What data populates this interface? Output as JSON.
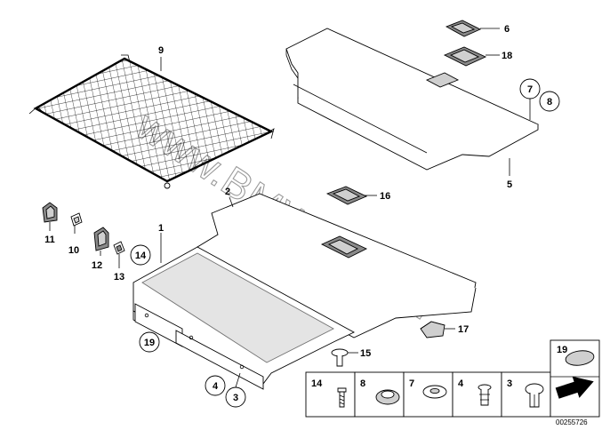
{
  "watermark": "www.BMWstore.pl",
  "reference_number": "00255726",
  "callouts": {
    "c1": "1",
    "c2": "2",
    "c3": "3",
    "c4": "4",
    "c5": "5",
    "c6": "6",
    "c7": "7",
    "c8": "8",
    "c9": "9",
    "c10": "10",
    "c11": "11",
    "c12": "12",
    "c13": "13",
    "c14": "14",
    "c15": "15",
    "c16": "16",
    "c17": "17",
    "c18": "18",
    "c19": "19"
  },
  "legend_boxes": {
    "b14": "14",
    "b8": "8",
    "b7": "7",
    "b4": "4",
    "b3": "3",
    "b19": "19"
  }
}
